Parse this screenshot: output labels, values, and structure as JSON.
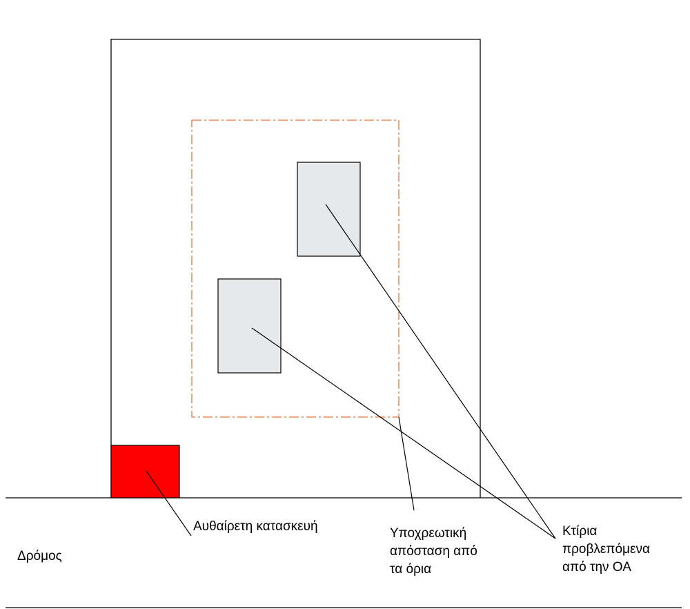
{
  "colors": {
    "background": "#ffffff",
    "line": "#000000",
    "setback": "#e0783c",
    "building_fill": "#e6e8ea",
    "illegal_fill": "#ff0000"
  },
  "labels": {
    "road": "Δρόμος",
    "illegal": "Αυθαίρετη κατασκευή",
    "setback": [
      "Υποχρεωτική",
      "απόσταση από",
      "τα όρια"
    ],
    "buildings": [
      "Κτίρια",
      "προβλεπόμενα",
      "από την ΟΑ"
    ]
  }
}
